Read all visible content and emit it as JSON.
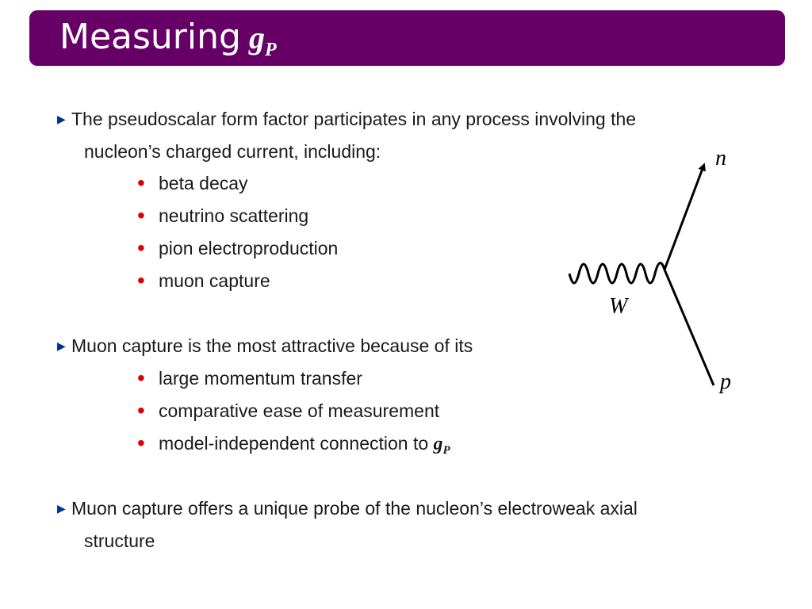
{
  "slide": {
    "title": "Measuring",
    "title_symbol": "g",
    "title_symbol_sub": "P"
  },
  "content": {
    "bullet1_line1": "The pseudoscalar form factor participates in any process involving the",
    "bullet1_line2": "nucleon’s charged current, including:",
    "sub1": [
      "beta decay",
      "neutrino scattering",
      "pion electroproduction",
      "muon capture"
    ],
    "bullet2": "Muon capture is the most attractive because of its",
    "sub2": [
      "large momentum transfer",
      "comparative ease of measurement",
      "model-independent connection to"
    ],
    "sub2_symbol": "g",
    "sub2_symbol_sub": "P",
    "bullet3_line1": "Muon capture offers a unique probe of the nucleon’s electroweak axial",
    "bullet3_line2": "structure"
  },
  "diagram": {
    "label_n": "n",
    "label_w": "W",
    "label_p": "p"
  },
  "colors": {
    "title_bg": "#660066",
    "bullet_triangle": "#003399",
    "sub_bullet": "#dd0000"
  }
}
